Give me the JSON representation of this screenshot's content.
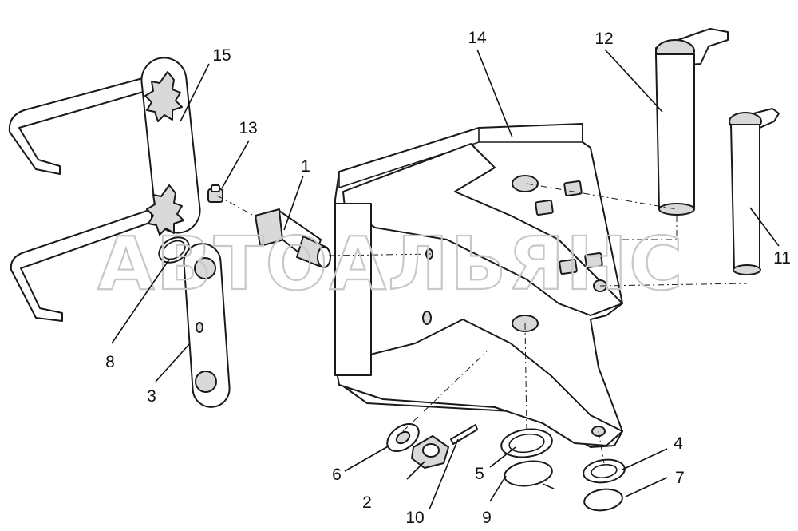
{
  "watermark": "АВТОАЛЬЯНС",
  "callouts": {
    "c1": "1",
    "c2": "2",
    "c3": "3",
    "c4": "4",
    "c5": "5",
    "c6": "6",
    "c7": "7",
    "c8": "8",
    "c9": "9",
    "c10": "10",
    "c11": "11",
    "c12": "12",
    "c13": "13",
    "c14": "14",
    "c15": "15"
  },
  "colors": {
    "line": "#1a1a1a",
    "shade": "#d9d9d9",
    "watermark": "#c8c8c8"
  }
}
